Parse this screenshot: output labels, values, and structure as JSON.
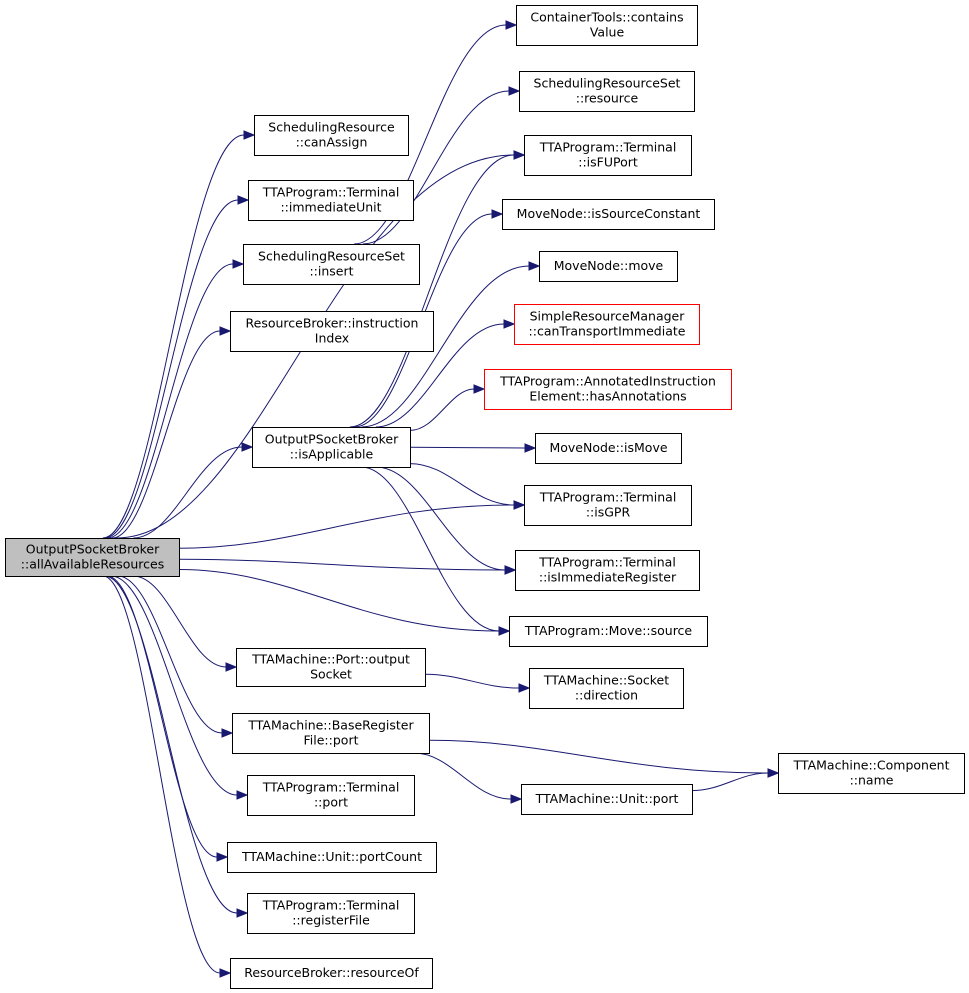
{
  "graph": {
    "nodes": [
      {
        "id": "root",
        "lines": [
          "OutputPSocketBroker",
          "::allAvailableResources"
        ],
        "style": "root"
      },
      {
        "id": "canAssign",
        "lines": [
          "SchedulingResource",
          "::canAssign"
        ],
        "style": "normal"
      },
      {
        "id": "immediateUnit",
        "lines": [
          "TTAProgram::Terminal",
          "::immediateUnit"
        ],
        "style": "normal"
      },
      {
        "id": "srsInsert",
        "lines": [
          "SchedulingResourceSet",
          "::insert"
        ],
        "style": "normal"
      },
      {
        "id": "instructionIndex",
        "lines": [
          "ResourceBroker::instruction",
          "Index"
        ],
        "style": "normal"
      },
      {
        "id": "isApplicable",
        "lines": [
          "OutputPSocketBroker",
          "::isApplicable"
        ],
        "style": "normal"
      },
      {
        "id": "outputSocket",
        "lines": [
          "TTAMachine::Port::output",
          "Socket"
        ],
        "style": "normal"
      },
      {
        "id": "brfPort",
        "lines": [
          "TTAMachine::BaseRegister",
          "File::port"
        ],
        "style": "normal"
      },
      {
        "id": "terminalPort",
        "lines": [
          "TTAProgram::Terminal",
          "::port"
        ],
        "style": "normal"
      },
      {
        "id": "portCount",
        "lines": [
          "TTAMachine::Unit::portCount"
        ],
        "style": "normal"
      },
      {
        "id": "registerFile",
        "lines": [
          "TTAProgram::Terminal",
          "::registerFile"
        ],
        "style": "normal"
      },
      {
        "id": "resourceOf",
        "lines": [
          "ResourceBroker::resourceOf"
        ],
        "style": "normal"
      },
      {
        "id": "containsValue",
        "lines": [
          "ContainerTools::contains",
          "Value"
        ],
        "style": "normal"
      },
      {
        "id": "srsResource",
        "lines": [
          "SchedulingResourceSet",
          "::resource"
        ],
        "style": "normal"
      },
      {
        "id": "isFUPort",
        "lines": [
          "TTAProgram::Terminal",
          "::isFUPort"
        ],
        "style": "normal"
      },
      {
        "id": "isSourceConstant",
        "lines": [
          "MoveNode::isSourceConstant"
        ],
        "style": "normal"
      },
      {
        "id": "mnMove",
        "lines": [
          "MoveNode::move"
        ],
        "style": "normal"
      },
      {
        "id": "canTransportImmediate",
        "lines": [
          "SimpleResourceManager",
          "::canTransportImmediate"
        ],
        "style": "red"
      },
      {
        "id": "hasAnnotations",
        "lines": [
          "TTAProgram::AnnotatedInstruction",
          "Element::hasAnnotations"
        ],
        "style": "red"
      },
      {
        "id": "isMove",
        "lines": [
          "MoveNode::isMove"
        ],
        "style": "normal"
      },
      {
        "id": "isGPR",
        "lines": [
          "TTAProgram::Terminal",
          "::isGPR"
        ],
        "style": "normal"
      },
      {
        "id": "isImmediateRegister",
        "lines": [
          "TTAProgram::Terminal",
          "::isImmediateRegister"
        ],
        "style": "normal"
      },
      {
        "id": "moveSource",
        "lines": [
          "TTAProgram::Move::source"
        ],
        "style": "normal"
      },
      {
        "id": "socketDirection",
        "lines": [
          "TTAMachine::Socket",
          "::direction"
        ],
        "style": "normal"
      },
      {
        "id": "unitPort",
        "lines": [
          "TTAMachine::Unit::port"
        ],
        "style": "normal"
      },
      {
        "id": "componentName",
        "lines": [
          "TTAMachine::Component",
          "::name"
        ],
        "style": "normal"
      }
    ],
    "edges": [
      [
        "root",
        "canAssign"
      ],
      [
        "root",
        "immediateUnit"
      ],
      [
        "root",
        "srsInsert"
      ],
      [
        "root",
        "instructionIndex"
      ],
      [
        "root",
        "isApplicable"
      ],
      [
        "root",
        "outputSocket"
      ],
      [
        "root",
        "brfPort"
      ],
      [
        "root",
        "terminalPort"
      ],
      [
        "root",
        "portCount"
      ],
      [
        "root",
        "registerFile"
      ],
      [
        "root",
        "resourceOf"
      ],
      [
        "root",
        "isFUPort"
      ],
      [
        "root",
        "isGPR"
      ],
      [
        "root",
        "isImmediateRegister"
      ],
      [
        "root",
        "moveSource"
      ],
      [
        "srsInsert",
        "containsValue"
      ],
      [
        "srsInsert",
        "srsResource"
      ],
      [
        "isApplicable",
        "isFUPort"
      ],
      [
        "isApplicable",
        "isSourceConstant"
      ],
      [
        "isApplicable",
        "mnMove"
      ],
      [
        "isApplicable",
        "canTransportImmediate"
      ],
      [
        "isApplicable",
        "hasAnnotations"
      ],
      [
        "isApplicable",
        "isMove"
      ],
      [
        "isApplicable",
        "isGPR"
      ],
      [
        "isApplicable",
        "isImmediateRegister"
      ],
      [
        "isApplicable",
        "moveSource"
      ],
      [
        "outputSocket",
        "socketDirection"
      ],
      [
        "brfPort",
        "unitPort"
      ],
      [
        "brfPort",
        "componentName"
      ],
      [
        "unitPort",
        "componentName"
      ]
    ]
  }
}
